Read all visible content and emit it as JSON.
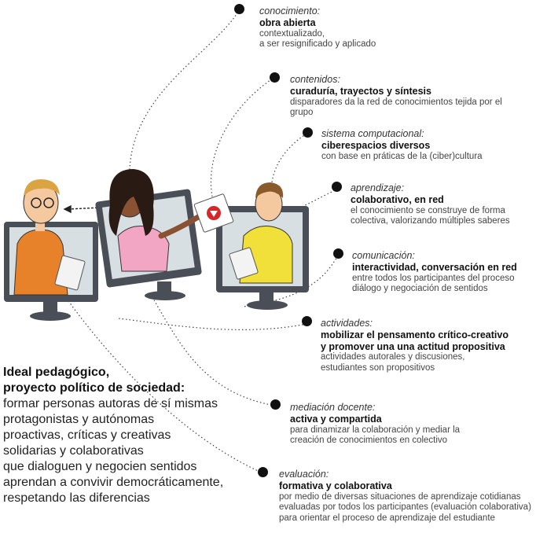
{
  "items": [
    {
      "category": "conocimiento:",
      "heading": "obra abierta",
      "description": "contextualizado,\na ser resignificado y aplicado"
    },
    {
      "category": "contenidos:",
      "heading": "curaduría, trayectos  y síntesis",
      "description": "disparadores da  la red  de conocimientos tejida por el grupo"
    },
    {
      "category": "sistema computacional:",
      "heading": "ciberespacios diversos",
      "description": "con base en  práticas de la (ciber)cultura"
    },
    {
      "category": "aprendizaje:",
      "heading": "colaborativo,  en red",
      "description": "el conocimiento se construye de forma\ncolectiva, valorizando múltiples saberes"
    },
    {
      "category": "comunicación:",
      "heading": "interactividad, conversación en  red",
      "description": "entre todos los participantes del  proceso\ndiálogo y  negociación de sentidos"
    },
    {
      "category": "actividades:",
      "heading": "mobilizar el pensamento crítico-creativo\ny promover una una actitud  propositiva",
      "description": "actividades autorales y discusiones,\nestudiantes son propositivos"
    },
    {
      "category": "mediación  docente:",
      "heading": "activa y compartida",
      "description": "para dinamizar la colaboración y  mediar la\ncreación de conocimientos en colectivo"
    },
    {
      "category": "evaluación:",
      "heading": "formativa y colaborativa",
      "description": "por medio de diversas situaciones de aprendizaje cotidianas\nevaluadas por todos los participantes (evaluación colaborativa)\npara orientar el proceso de aprendizaje del estudiante"
    }
  ],
  "ideal": {
    "title_line1": "Ideal pedagógico,",
    "title_line2": "proyecto político de sociedad:",
    "lines": [
      "formar personas autoras de sí mismas",
      "protagonistas y autónomas",
      "proactivas, críticas y creativas",
      "solidarias y colaborativas",
      "que dialoguen y negocien sentidos",
      "aprendan a convivir democráticamente,",
      "respetando las diferencias"
    ]
  },
  "colors": {
    "shirt_left": "#e8822a",
    "shirt_mid": "#f2a6c4",
    "shirt_right": "#f2e03a",
    "skin_light": "#f4c9a0",
    "skin_dark": "#8a5233",
    "monitor": "#4a4f57",
    "accent_red": "#d6262a"
  }
}
